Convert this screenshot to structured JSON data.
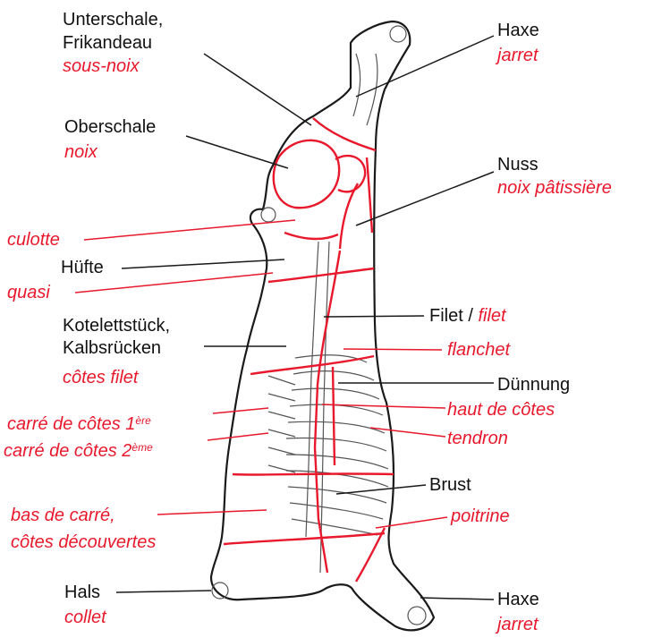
{
  "colors": {
    "german": "#111111",
    "french": "#e8192c",
    "outline": "#1a1a1a",
    "cut_line": "#e8192c"
  },
  "labels": {
    "unterschale": {
      "de": "Unterschale,",
      "de2": "Frikandeau",
      "fr": "sous-noix"
    },
    "oberschale": {
      "de": "Oberschale",
      "fr": "noix"
    },
    "culotte": {
      "fr": "culotte"
    },
    "huefte": {
      "de": "Hüfte"
    },
    "quasi": {
      "fr": "quasi"
    },
    "kotelett": {
      "de": "Kotelettstück,",
      "de2": "Kalbsrücken",
      "fr": "côtes filet"
    },
    "carre1": {
      "fr": "carré de côtes 1",
      "sup": "ère"
    },
    "carre2": {
      "fr": "carré de côtes 2",
      "sup": "ème"
    },
    "bas": {
      "fr": "bas de carré,",
      "fr2": "côtes découvertes"
    },
    "hals": {
      "de": "Hals",
      "fr": "collet"
    },
    "haxe_top": {
      "de": "Haxe",
      "fr": "jarret"
    },
    "nuss": {
      "de": "Nuss",
      "fr": "noix pâtissière"
    },
    "filet": {
      "de": "Filet /",
      "fr": "filet"
    },
    "flanchet": {
      "fr": "flanchet"
    },
    "duennung": {
      "de": "Dünnung"
    },
    "haut": {
      "fr": "haut de côtes"
    },
    "tendron": {
      "fr": "tendron"
    },
    "brust": {
      "de": "Brust"
    },
    "poitrine": {
      "fr": "poitrine"
    },
    "haxe_bottom": {
      "de": "Haxe",
      "fr": "jarret"
    }
  }
}
